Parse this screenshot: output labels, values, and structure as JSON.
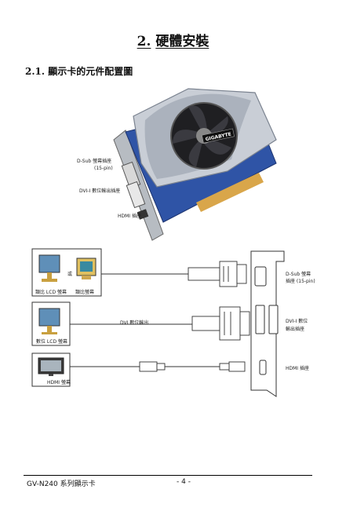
{
  "chapter": {
    "number": "2.",
    "title": "硬體安裝"
  },
  "section": {
    "number": "2.1.",
    "title": "顯示卡的元件配置圖"
  },
  "card_photo": {
    "brand": "GIGABYTE",
    "label_dsub": "D-Sub 螢幕插座",
    "label_dsub_pin": "(15-pin)",
    "label_dvi": "DVI-I 數位輸出插座",
    "label_hdmi": "HDMI 插座"
  },
  "diagram": {
    "monitor_or": "或",
    "analog_lcd": "類比 LCD 螢幕",
    "analog_crt": "類比螢幕",
    "digital_lcd": "數位 LCD 螢幕",
    "hdmi_monitor": "HDMI 螢幕",
    "dvi_cable": "DVI 數位輸出",
    "bracket_dsub": "D-Sub 螢幕",
    "bracket_dsub2": "插座 (15-pin)",
    "bracket_dvi": "DVI-I 數位",
    "bracket_dvi2": "輸出插座",
    "bracket_hdmi": "HDMI 插座"
  },
  "footer": {
    "product": "GV-N240 系列顯示卡",
    "page": "- 4 -"
  }
}
